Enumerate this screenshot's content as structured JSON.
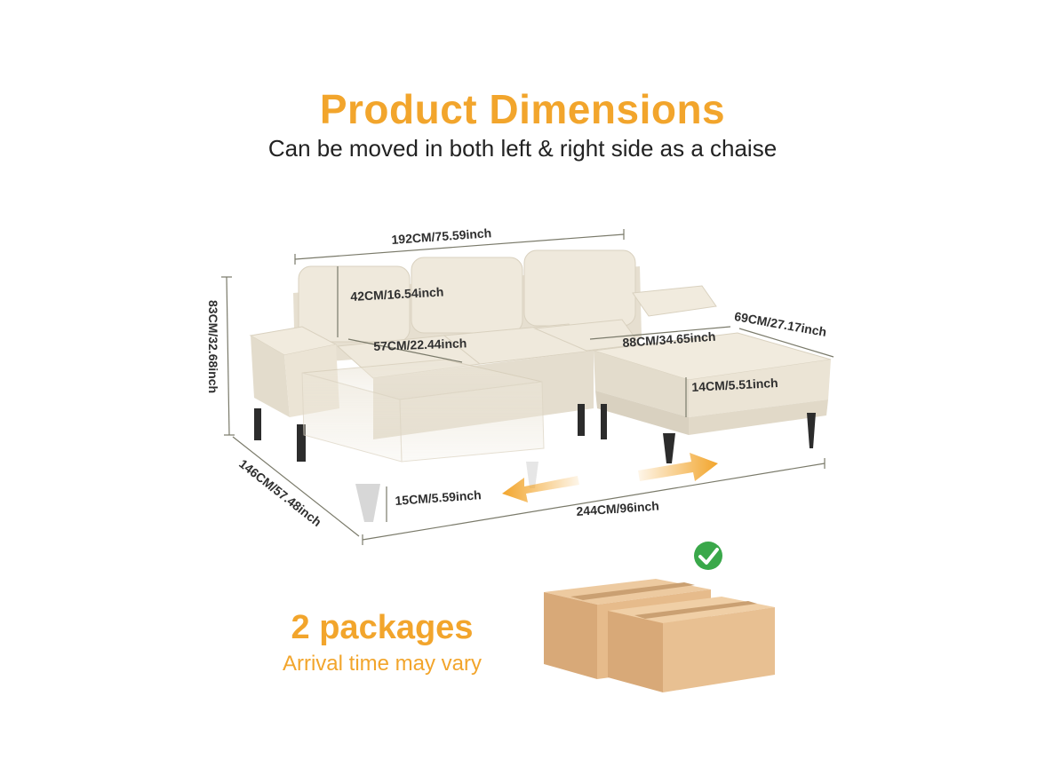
{
  "header": {
    "title": "Product Dimensions",
    "subtitle": "Can be moved in both left & right side as a chaise"
  },
  "dimensions": {
    "total_width_top": "192CM/75.59inch",
    "back_height": "42CM/16.54inch",
    "seat_depth": "57CM/22.44inch",
    "ottoman_width": "88CM/34.65inch",
    "ottoman_depth": "69CM/27.17inch",
    "ottoman_height": "14CM/5.51inch",
    "overall_height": "83CM/32.68inch",
    "overall_depth": "146CM/57.48inch",
    "leg_height": "15CM/5.59inch",
    "overall_width": "244CM/96inch"
  },
  "packages": {
    "title": "2 packages",
    "subtitle": "Arrival time may vary"
  },
  "colors": {
    "accent": "#f2a52c",
    "check": "#3aa84a",
    "box": "#e2b886",
    "sofa": "#ece6d8"
  },
  "icons": [
    "checkmark-icon",
    "left-arrow-icon",
    "right-arrow-icon"
  ]
}
